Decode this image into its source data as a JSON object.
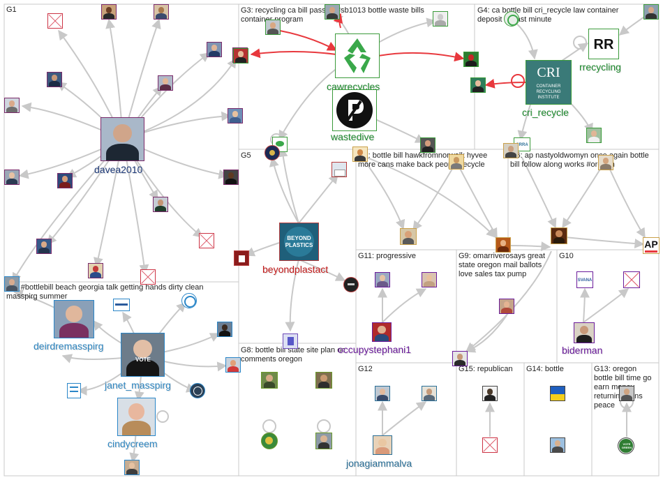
{
  "groups": {
    "g1": "G1",
    "g2": "G2: #bottlebill beach georgia talk getting hands dirty clean masspirg summer",
    "g3": "G3: recycling ca bill passed #sb1013 bottle waste bills container program",
    "g4": "G4: ca bottle bill cri_recycle law container deposit sb last minute",
    "g5": "G5",
    "g6": "G6: ap nastyoldwomyn once again bottle bill follow along works #oregon",
    "g7": "G7: bottle bill hawkfromnorwalk hyvee more cans make back people recycle",
    "g8": "G8: bottle bill state site plan oc comments oregon",
    "g9": "G9: omarriverosays great state oregon mail ballots love sales tax pump",
    "g10": "G10",
    "g11": "G11: progressive",
    "g12": "G12",
    "g13": "G13: oregon bottle bill time go earn money returning cans peace",
    "g14": "G14: bottle",
    "g15": "G15: republican"
  },
  "nodes": {
    "davea2010": "davea2010",
    "cawrecycles": "cawrecycles",
    "wastedive": "wastedive",
    "rrecycling": "rrecycling",
    "cri_recycle": "cri_recycle",
    "beyondplastact": "beyondplastact",
    "deirdremasspirg": "deirdremasspirg",
    "janet_masspirg": "janet_masspirg",
    "cindycreem": "cindycreem",
    "occupystephani1": "occupystephani1",
    "biderman": "biderman",
    "jonagiammalva": "jonagiammalva"
  },
  "logos": {
    "rr": "RR",
    "cri_line1": "CRI",
    "cri_line2": "CONTAINER RECYCLING INSTITUTE",
    "beyond_line1": "BEYOND",
    "beyond_line2": "PLASTICS",
    "ap": "AP",
    "vote_mask": "VOTE",
    "svana": "SVANA",
    "vote_green": "VOTE GREEN",
    "crra": "CRRA"
  },
  "colors": {
    "group_border": "#c8c8c8",
    "edge": "#c8c8c8",
    "edge_red": "#e8383d",
    "label_dark_blue": "#1f3b7a",
    "label_red": "#c41c1c",
    "label_green": "#1e8a2e",
    "label_blue": "#2e86c1",
    "label_purple": "#6a1b9a",
    "label_teal": "#2a6f97"
  }
}
